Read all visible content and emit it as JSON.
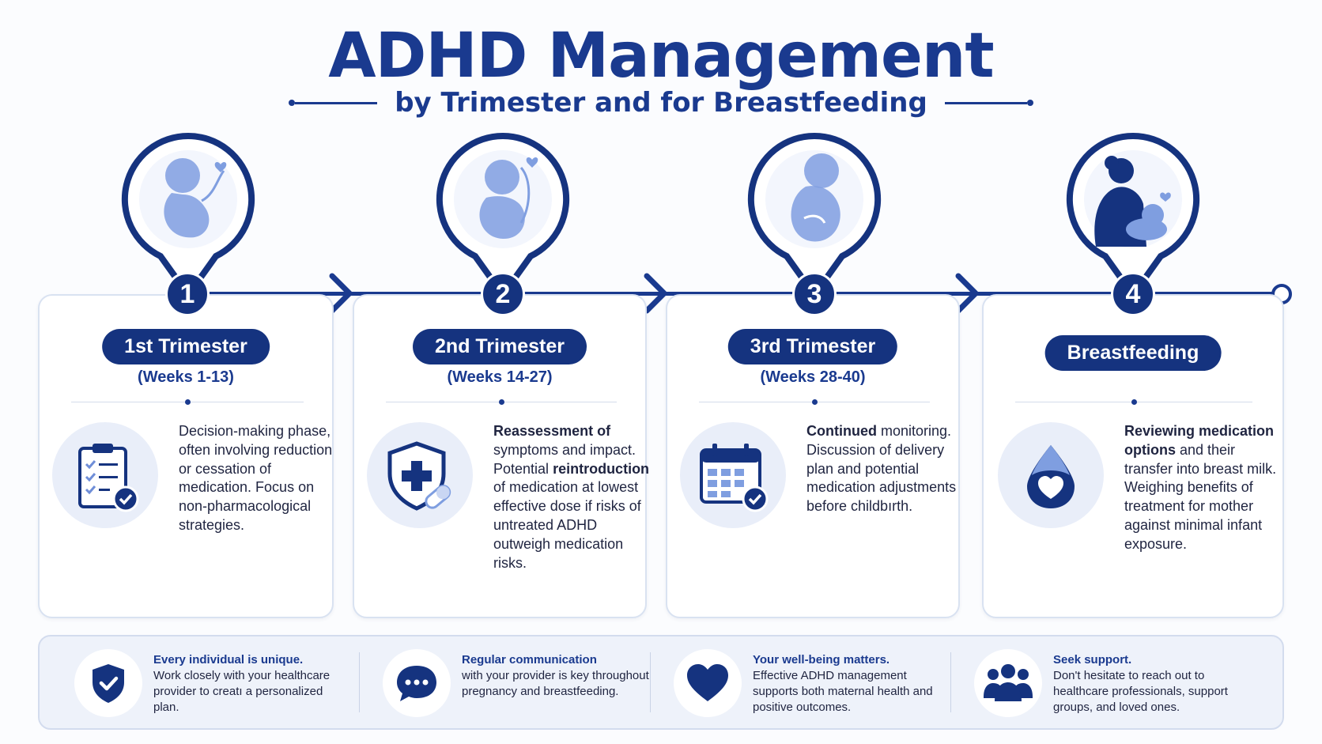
{
  "header": {
    "title": "ADHD Management",
    "subtitle": "by Trimester and for Breastfeeding"
  },
  "colors": {
    "primary": "#15337f",
    "accent_light": "#e9eef9",
    "icon_blue": "#7f9ee0"
  },
  "stages": [
    {
      "number": "1",
      "label": "1st Trimester",
      "weeks": "(Weeks 1-13)",
      "illustration": "fetus-icon",
      "icon": "clipboard-checklist-icon",
      "text_parts": [
        {
          "t": "Decision-making phase, often involving reduction or cessation of medication. Focus on non-pharmacological strategies.",
          "b": false
        }
      ]
    },
    {
      "number": "2",
      "label": "2nd Trimester",
      "weeks": "(Weeks 14-27)",
      "illustration": "fetus-icon",
      "icon": "shield-medical-cross-icon",
      "text_parts": [
        {
          "t": "Reassessment of",
          "b": true
        },
        {
          "t": " symptoms and impact. Potential ",
          "b": false
        },
        {
          "t": "reintroduction",
          "b": true
        },
        {
          "t": " of medication at lowest effective dose if risks of untreated ADHD outweigh medication risks.",
          "b": false
        }
      ]
    },
    {
      "number": "3",
      "label": "3rd Trimester",
      "weeks": "(Weeks 28-40)",
      "illustration": "fetus-icon",
      "icon": "calendar-check-icon",
      "text_parts": [
        {
          "t": "Continued",
          "b": true
        },
        {
          "t": " monitoring. Discussion of delivery plan and potential medication adjustments before childbırth.",
          "b": false
        }
      ]
    },
    {
      "number": "4",
      "label": "Breastfeeding",
      "weeks": "",
      "illustration": "mother-breastfeeding-icon",
      "icon": "milk-drop-heart-icon",
      "text_parts": [
        {
          "t": "Reviewing medication options",
          "b": true
        },
        {
          "t": " and their transfer into breast milk. Weighing benefits of treatment for mother against minimal infant exposure.",
          "b": false
        }
      ]
    }
  ],
  "tips": [
    {
      "icon": "shield-check-icon",
      "heading": "Every individual is unique.",
      "body": "Work closely with your healthcare provider to creatı a personalized plan."
    },
    {
      "icon": "chat-bubble-icon",
      "heading": "Regular communication",
      "body": "with your provider is key throughout pregnancy and breastfeeding."
    },
    {
      "icon": "heart-icon",
      "heading": "Your well-being matters.",
      "body": "Effective ADHD management supports both maternal health and positive outcomes."
    },
    {
      "icon": "people-group-icon",
      "heading": "Seek support.",
      "body": "Don't hesitate to reach out to healthcare professionals, support groups, and loved ones."
    }
  ]
}
